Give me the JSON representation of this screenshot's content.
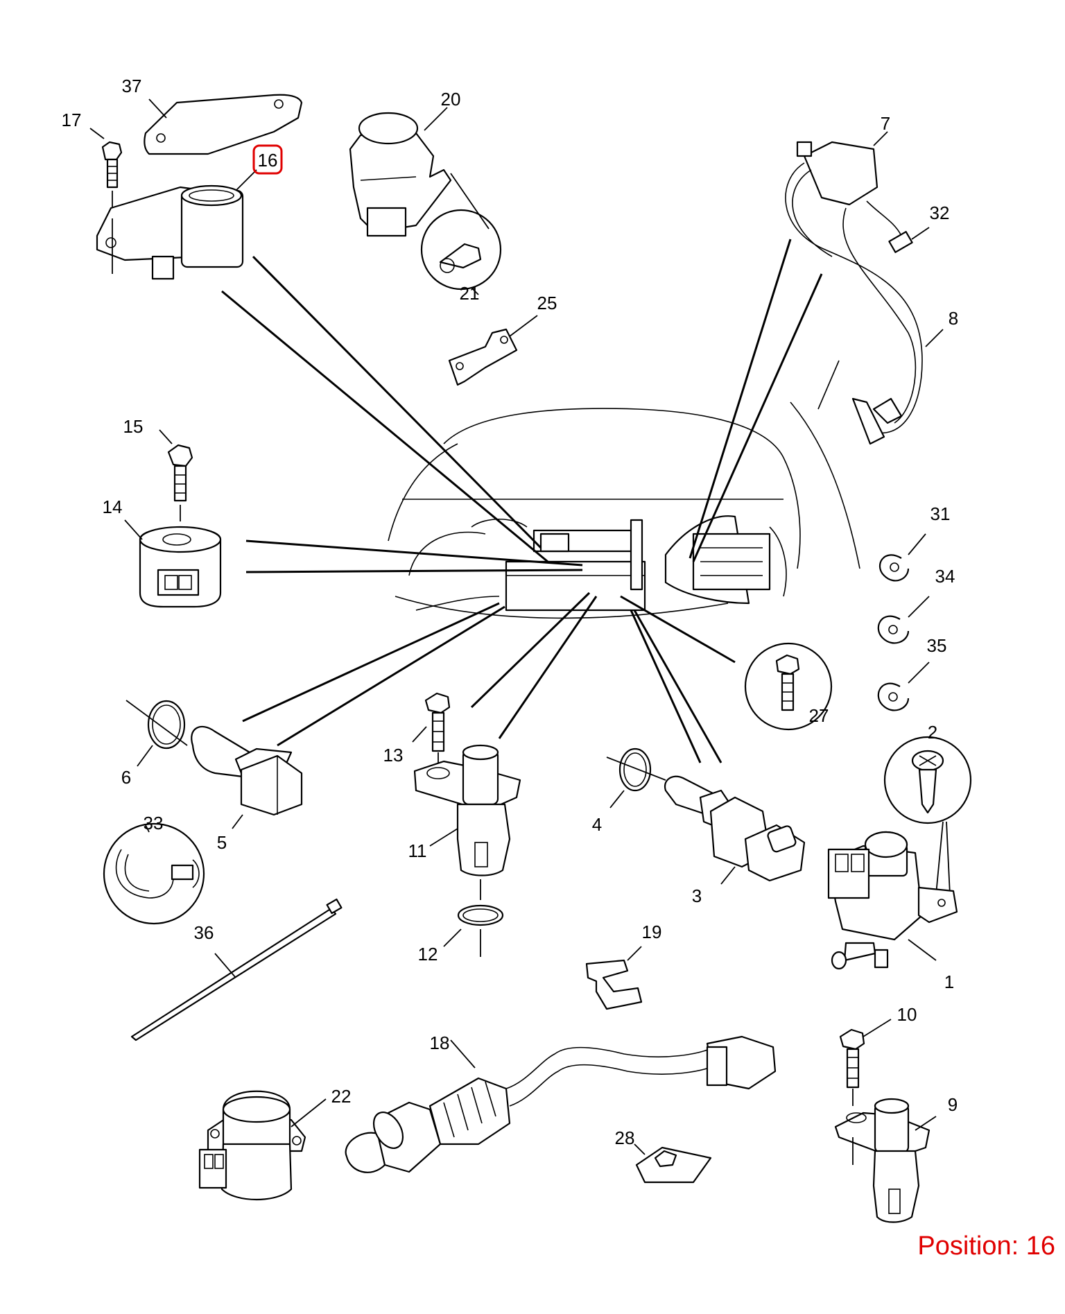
{
  "position": {
    "label": "Position: 16",
    "highlight_color": "#e00000"
  },
  "callouts": [
    {
      "id": "37",
      "text": "37"
    },
    {
      "id": "17",
      "text": "17"
    },
    {
      "id": "16",
      "text": "16",
      "highlighted": true
    },
    {
      "id": "20",
      "text": "20"
    },
    {
      "id": "21",
      "text": "21"
    },
    {
      "id": "7",
      "text": "7"
    },
    {
      "id": "32",
      "text": "32"
    },
    {
      "id": "8",
      "text": "8"
    },
    {
      "id": "25",
      "text": "25"
    },
    {
      "id": "15",
      "text": "15"
    },
    {
      "id": "14",
      "text": "14"
    },
    {
      "id": "31",
      "text": "31"
    },
    {
      "id": "34",
      "text": "34"
    },
    {
      "id": "35",
      "text": "35"
    },
    {
      "id": "27",
      "text": "27"
    },
    {
      "id": "6",
      "text": "6"
    },
    {
      "id": "5",
      "text": "5"
    },
    {
      "id": "13",
      "text": "13"
    },
    {
      "id": "11",
      "text": "11"
    },
    {
      "id": "12",
      "text": "12"
    },
    {
      "id": "4",
      "text": "4"
    },
    {
      "id": "3",
      "text": "3"
    },
    {
      "id": "2",
      "text": "2"
    },
    {
      "id": "1",
      "text": "1"
    },
    {
      "id": "33",
      "text": "33"
    },
    {
      "id": "36",
      "text": "36"
    },
    {
      "id": "19",
      "text": "19"
    },
    {
      "id": "18",
      "text": "18"
    },
    {
      "id": "22",
      "text": "22"
    },
    {
      "id": "10",
      "text": "10"
    },
    {
      "id": "9",
      "text": "9"
    },
    {
      "id": "28",
      "text": "28"
    }
  ]
}
